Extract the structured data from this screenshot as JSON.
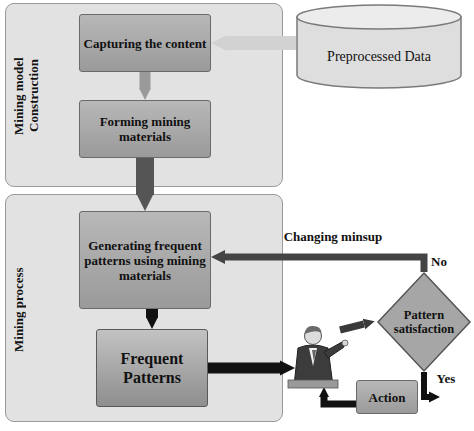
{
  "diagram": {
    "nodes": [
      {
        "text": [
          "Mining model Construction"
        ]
      },
      {
        "text": [
          "Capturing the content"
        ],
        "in": 0
      },
      {
        "text": [
          "Forming mining materials"
        ],
        "in": 0
      },
      {
        "text": [
          "Preprocessed Data"
        ]
      },
      {
        "text": [
          "Mining process"
        ]
      },
      {
        "text": [
          "Generating frequent patterns using mining materials"
        ],
        "in": 4
      },
      {
        "text": [
          "Frequent Patterns"
        ],
        "in": 4
      },
      {
        "text": [
          "Pattern satisfaction"
        ]
      },
      {
        "text": [
          "Action"
        ]
      }
    ],
    "edges": [
      {
        "from": 3,
        "to": 1,
        "arrow": "to"
      },
      {
        "from": 1,
        "to": 2,
        "arrow": "to"
      },
      {
        "from": 2,
        "to": 5,
        "arrow": "to"
      },
      {
        "from": 5,
        "to": 6,
        "arrow": "to"
      },
      {
        "from": 7,
        "to": 5,
        "arrow": "to",
        "label": "Changing minsup"
      },
      {
        "from": 7,
        "to": 8,
        "arrow": "to",
        "label": "Yes"
      }
    ],
    "labels": [
      "No"
    ]
  }
}
